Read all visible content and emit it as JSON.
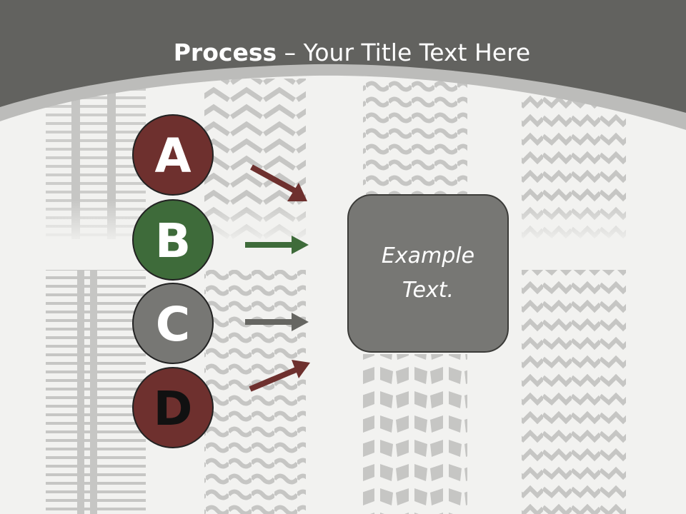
{
  "slide": {
    "title_bold": "Process",
    "title_rest": " – Your Title Text Here",
    "example_line1": "Example",
    "example_line2": "Text."
  },
  "steps": [
    {
      "letter": "A",
      "fill": "#6e302e",
      "text_color": "#ffffff",
      "arrow_color": "#6e302e"
    },
    {
      "letter": "B",
      "fill": "#3e6b3a",
      "text_color": "#ffffff",
      "arrow_color": "#3e6b3a"
    },
    {
      "letter": "C",
      "fill": "#777774",
      "text_color": "#ffffff",
      "arrow_color": "#666662"
    },
    {
      "letter": "D",
      "fill": "#6e302e",
      "text_color": "#111111",
      "arrow_color": "#6e302e"
    }
  ],
  "colors": {
    "header": "#62625f",
    "band": "#bcbcba",
    "tread": "#c6c6c4",
    "background": "#f2f2f0"
  },
  "icons": [
    "tire-tread-pattern",
    "arrow-right-icon"
  ]
}
